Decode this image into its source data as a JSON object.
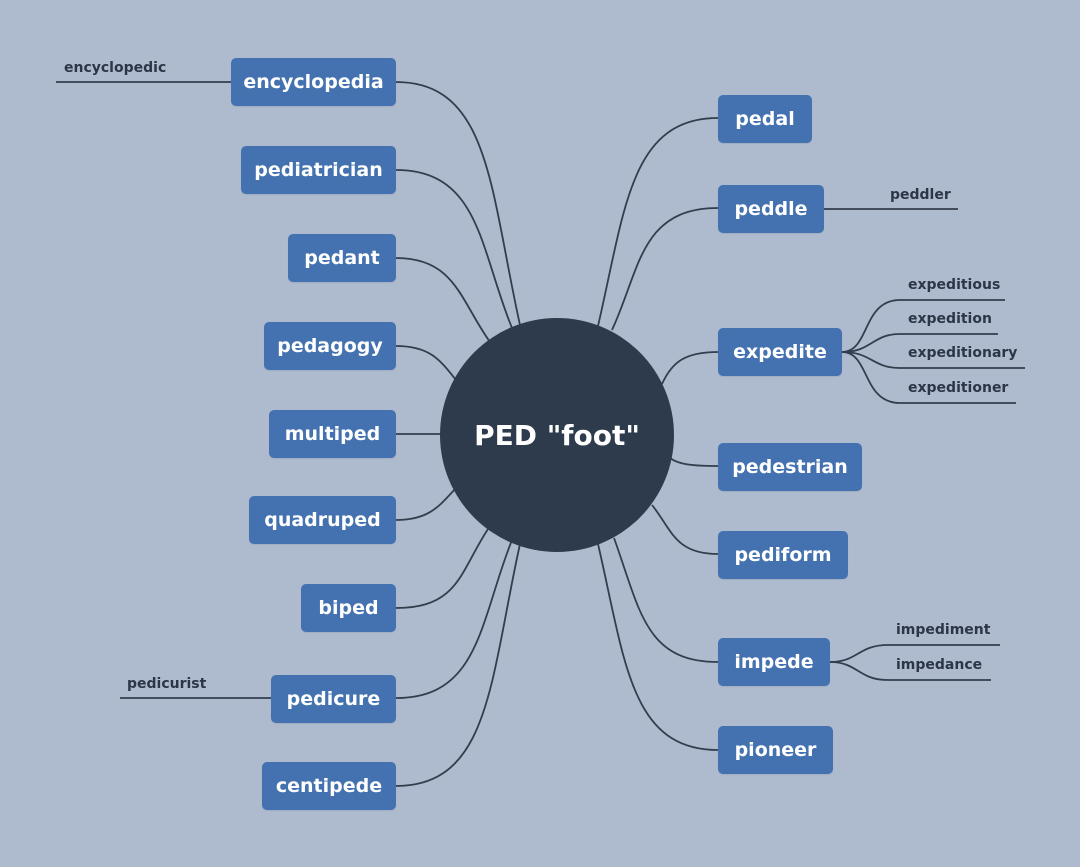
{
  "center": {
    "label": "PED \"foot\""
  },
  "left_branches": [
    {
      "label": "encyclopedia",
      "children": [
        "encyclopedic"
      ]
    },
    {
      "label": "pediatrician",
      "children": []
    },
    {
      "label": "pedant",
      "children": []
    },
    {
      "label": "pedagogy",
      "children": []
    },
    {
      "label": "multiped",
      "children": []
    },
    {
      "label": "quadruped",
      "children": []
    },
    {
      "label": "biped",
      "children": []
    },
    {
      "label": "pedicure",
      "children": [
        "pedicurist"
      ]
    },
    {
      "label": "centipede",
      "children": []
    }
  ],
  "right_branches": [
    {
      "label": "pedal",
      "children": []
    },
    {
      "label": "peddle",
      "children": [
        "peddler"
      ]
    },
    {
      "label": "expedite",
      "children": [
        "expeditious",
        "expedition",
        "expeditionary",
        "expeditioner"
      ]
    },
    {
      "label": "pedestrian",
      "children": []
    },
    {
      "label": "pediform",
      "children": []
    },
    {
      "label": "impede",
      "children": [
        "impediment",
        "impedance"
      ]
    },
    {
      "label": "pioneer",
      "children": []
    }
  ],
  "colors": {
    "background": "#aebbcf",
    "node": "#4472b0",
    "center": "#2e3b4d",
    "line": "#333d4c"
  }
}
